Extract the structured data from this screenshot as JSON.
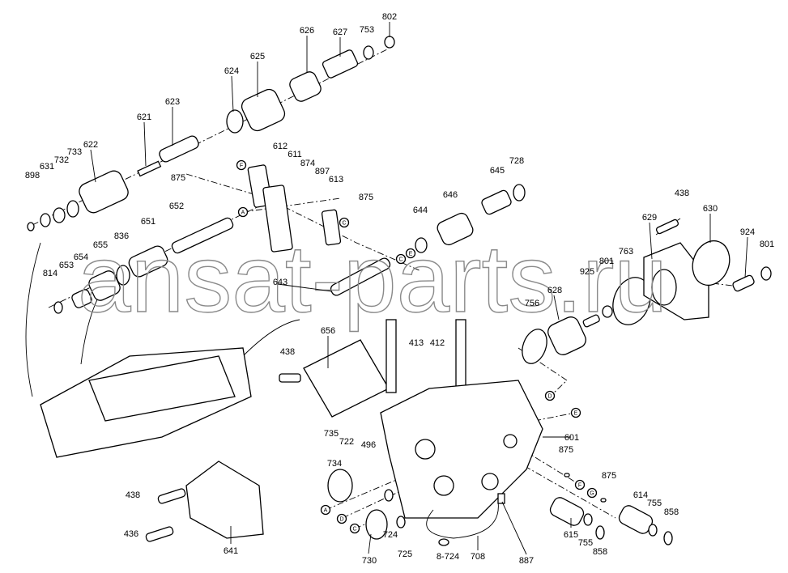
{
  "diagram": {
    "watermark": "ansat-parts.ru",
    "part_labels": [
      "802",
      "626",
      "627",
      "753",
      "625",
      "624",
      "623",
      "621",
      "622",
      "733",
      "732",
      "631",
      "898",
      "875",
      "612",
      "611",
      "874",
      "897",
      "613",
      "875",
      "728",
      "645",
      "646",
      "644",
      "652",
      "651",
      "836",
      "655",
      "654",
      "653",
      "814",
      "643",
      "438",
      "630",
      "629",
      "924",
      "801",
      "763",
      "801",
      "925",
      "628",
      "756",
      "656",
      "413",
      "412",
      "438",
      "601",
      "875",
      "735",
      "722",
      "496",
      "734",
      "875",
      "614",
      "755",
      "858",
      "438",
      "436",
      "641",
      "724",
      "730",
      "725",
      "8-724",
      "708",
      "887",
      "615",
      "755",
      "858"
    ],
    "reference_letters": [
      "F",
      "A",
      "C",
      "C",
      "E",
      "D",
      "E",
      "F",
      "G",
      "A",
      "D",
      "C"
    ]
  }
}
